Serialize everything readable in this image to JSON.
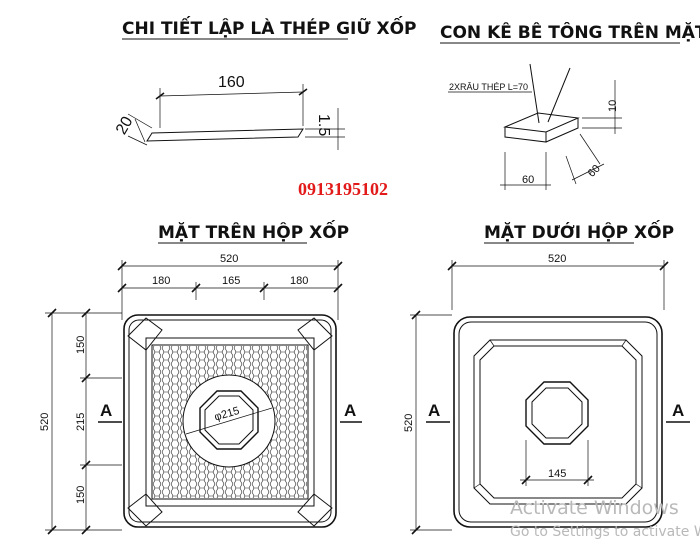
{
  "titles": {
    "sheet_detail": "CHI TIẾT LẬP LÀ THÉP GIỮ XỐP",
    "concrete_block": "CON KÊ BÊ TÔNG TRÊN MẶT XỐP",
    "top_view": "MẶT TRÊN HỘP XỐP",
    "bottom_view": "MẶT  DƯỚI HỘP XỐP"
  },
  "phone": "0913195102",
  "sheet_dims": {
    "length": "160",
    "width": "20",
    "thickness": "1.5"
  },
  "block_dims": {
    "note": "2XRÂU THÉP L=70",
    "height": "10",
    "width": "60",
    "depth": "60"
  },
  "top_view": {
    "total": "520",
    "segments_h": [
      "180",
      "165",
      "180"
    ],
    "segments_v": [
      "150",
      "215",
      "150"
    ],
    "side_total": "520",
    "hole": "φ215",
    "section": "A"
  },
  "bottom_view": {
    "total": "520",
    "side_total": "520",
    "hole": "145",
    "section": "A"
  },
  "watermark": {
    "line1": "Activate Windows",
    "line2": "Go to Settings to activate Windows."
  }
}
